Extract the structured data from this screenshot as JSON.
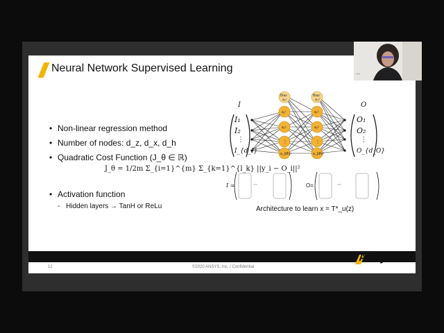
{
  "slide": {
    "title": "Neural Network Supervised Learning",
    "bullets": [
      "Non-linear regression method",
      "Number of nodes: d_z, d_x, d_h",
      "Quadratic Cost Function (J_θ ∈ ℝ)",
      "Activation function"
    ],
    "bullet_symbol": "•",
    "formula": "J_θ = 1/2m Σ_{i=1}^{m} Σ_{k=1}^{l_k} ||y_i − O_i||²",
    "sub_bullet": "Hidden layers → TanH or ReLu",
    "sub_bullet_symbol": "-",
    "diagram": {
      "input_label": "I",
      "output_label": "O",
      "input_vector": [
        "I₁",
        "I₂",
        "⋮",
        "I_{d_I}"
      ],
      "output_vector": [
        "O₁",
        "O₂",
        "⋮",
        "O_{d_O}"
      ],
      "bias_label": "Bias",
      "node_labels_layer1": [
        "a₁¹",
        "a₂¹",
        "⋮",
        "a_{dh}¹"
      ],
      "node_labels_layer2": [
        "a₁²",
        "a₂²",
        "⋮",
        "a_{dh}²"
      ],
      "bias_sub_1": "a₀¹",
      "bias_sub_2": "a₀²",
      "matrix_I_label": "I =",
      "matrix_O_label": "O=",
      "caption": "Architecture to learn x = T*_u(z)"
    },
    "footer": {
      "page_number": "12",
      "copyright": "©2020 ANSYS, Inc. / Confidential",
      "logo_text": "Ansys"
    }
  },
  "webcam": {
    "dash": "—"
  },
  "colors": {
    "accent": "#f2b400",
    "node_fill": "#f3b233",
    "bias_fill": "#f6d58e",
    "footer_bar": "#111111"
  }
}
